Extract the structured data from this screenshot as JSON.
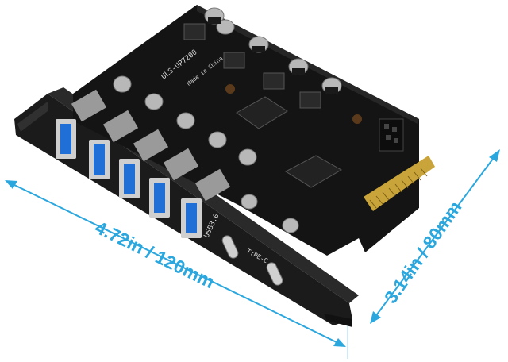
{
  "product": {
    "board_model_label": "ULS-UP7200",
    "made_in_label": "Made in China",
    "port_label_usb": "USB3.0",
    "port_label_typec": "TYPE-C"
  },
  "dimensions": {
    "width_label": "4.72in / 120mm",
    "height_label": "3.14in / 80mm",
    "accent_color": "#2ba7de"
  },
  "ports": {
    "usb_a_count": 5,
    "usb_c_count": 2
  }
}
